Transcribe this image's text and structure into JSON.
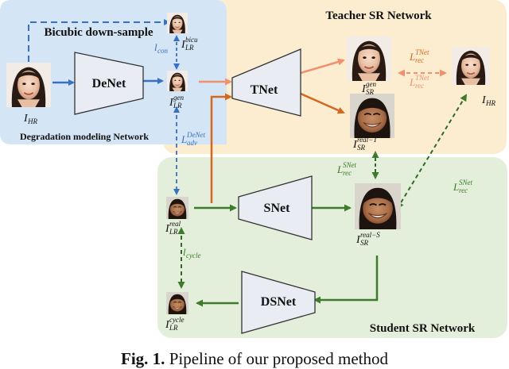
{
  "regions": {
    "degradation": {
      "label": "Degradation modeling Network",
      "bicubic_label": "Bicubic down-sample",
      "color": "#d4e6f5"
    },
    "teacher": {
      "label": "Teacher SR Network",
      "color": "#fcecd0"
    },
    "student": {
      "label": "Student SR Network",
      "color": "#e3eedb"
    }
  },
  "networks": {
    "denet": "DeNet",
    "tnet": "TNet",
    "snet": "SNet",
    "dsnet": "DSNet"
  },
  "images": {
    "i_hr_left": {
      "symbol": "I",
      "sub": "HR",
      "sup": ""
    },
    "i_lr_bicu": {
      "symbol": "I",
      "sub": "LR",
      "sup": "bicu"
    },
    "i_lr_gen": {
      "symbol": "I",
      "sub": "LR",
      "sup": "gen"
    },
    "i_sr_gen": {
      "symbol": "I",
      "sub": "SR",
      "sup": "gen"
    },
    "i_hr_right": {
      "symbol": "I",
      "sub": "HR",
      "sup": ""
    },
    "i_sr_real_t": {
      "symbol": "I",
      "sub": "SR",
      "sup": "real−T"
    },
    "i_lr_real": {
      "symbol": "I",
      "sub": "LR",
      "sup": "real"
    },
    "i_sr_real_s": {
      "symbol": "I",
      "sub": "SR",
      "sup": "real−S"
    },
    "i_lr_cycle": {
      "symbol": "I",
      "sub": "LR",
      "sup": "cycle"
    }
  },
  "losses": {
    "l_con": {
      "symbol": "l",
      "sub": "con",
      "sup": ""
    },
    "l_adv": {
      "symbol": "L",
      "sub": "adv",
      "sup": "DeNet"
    },
    "l_rec_tnet_1": {
      "symbol": "L",
      "sub": "rec",
      "sup": "TNet"
    },
    "l_rec_tnet_2": {
      "symbol": "L",
      "sub": "rec",
      "sup": "TNet"
    },
    "l_rec_snet_1": {
      "symbol": "L",
      "sub": "rec",
      "sup": "SNet"
    },
    "l_rec_snet_2": {
      "symbol": "L",
      "sub": "rec",
      "sup": "SNet"
    },
    "l_cycle": {
      "symbol": "l",
      "sub": "cycle",
      "sup": ""
    }
  },
  "caption": {
    "prefix": "Fig. 1.",
    "text": " Pipeline of our proposed method"
  },
  "colors": {
    "blue": "#3a6fc4",
    "orange": "#d2691e",
    "salmon": "#f0906e",
    "green": "#3d7a2a",
    "dark_green": "#2f6b24",
    "network_fill": "#e9edf3",
    "network_stroke": "#333333"
  }
}
